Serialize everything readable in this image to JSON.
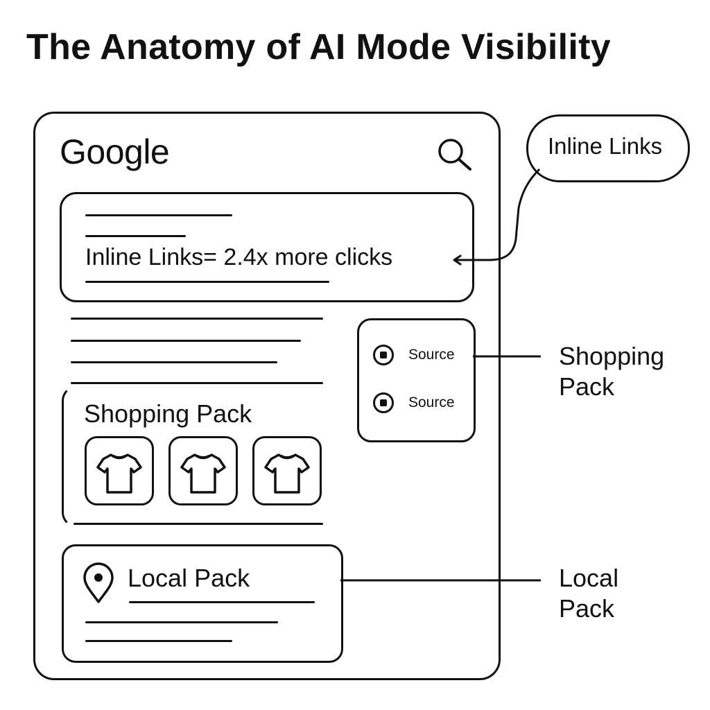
{
  "title": "The Anatomy of AI Mode Visibility",
  "search_panel": {
    "logo_text": "Google",
    "search_icon": "search-icon",
    "inline_box": {
      "label": "Inline Links",
      "stat": "= 2.4x more clicks"
    },
    "sources": [
      {
        "label": "Source",
        "icon": "source-icon"
      },
      {
        "label": "Source",
        "icon": "source-icon"
      }
    ],
    "shopping_pack": {
      "title": "Shopping Pack",
      "products": [
        {
          "icon": "tshirt-icon"
        },
        {
          "icon": "tshirt-icon"
        },
        {
          "icon": "tshirt-icon"
        }
      ]
    },
    "local_pack": {
      "title": "Local Pack",
      "icon": "location-pin-icon"
    }
  },
  "callouts": {
    "inline_links": "Inline Links",
    "shopping_pack": [
      "Shopping",
      "Pack"
    ],
    "local_pack": [
      "Local",
      "Pack"
    ]
  }
}
